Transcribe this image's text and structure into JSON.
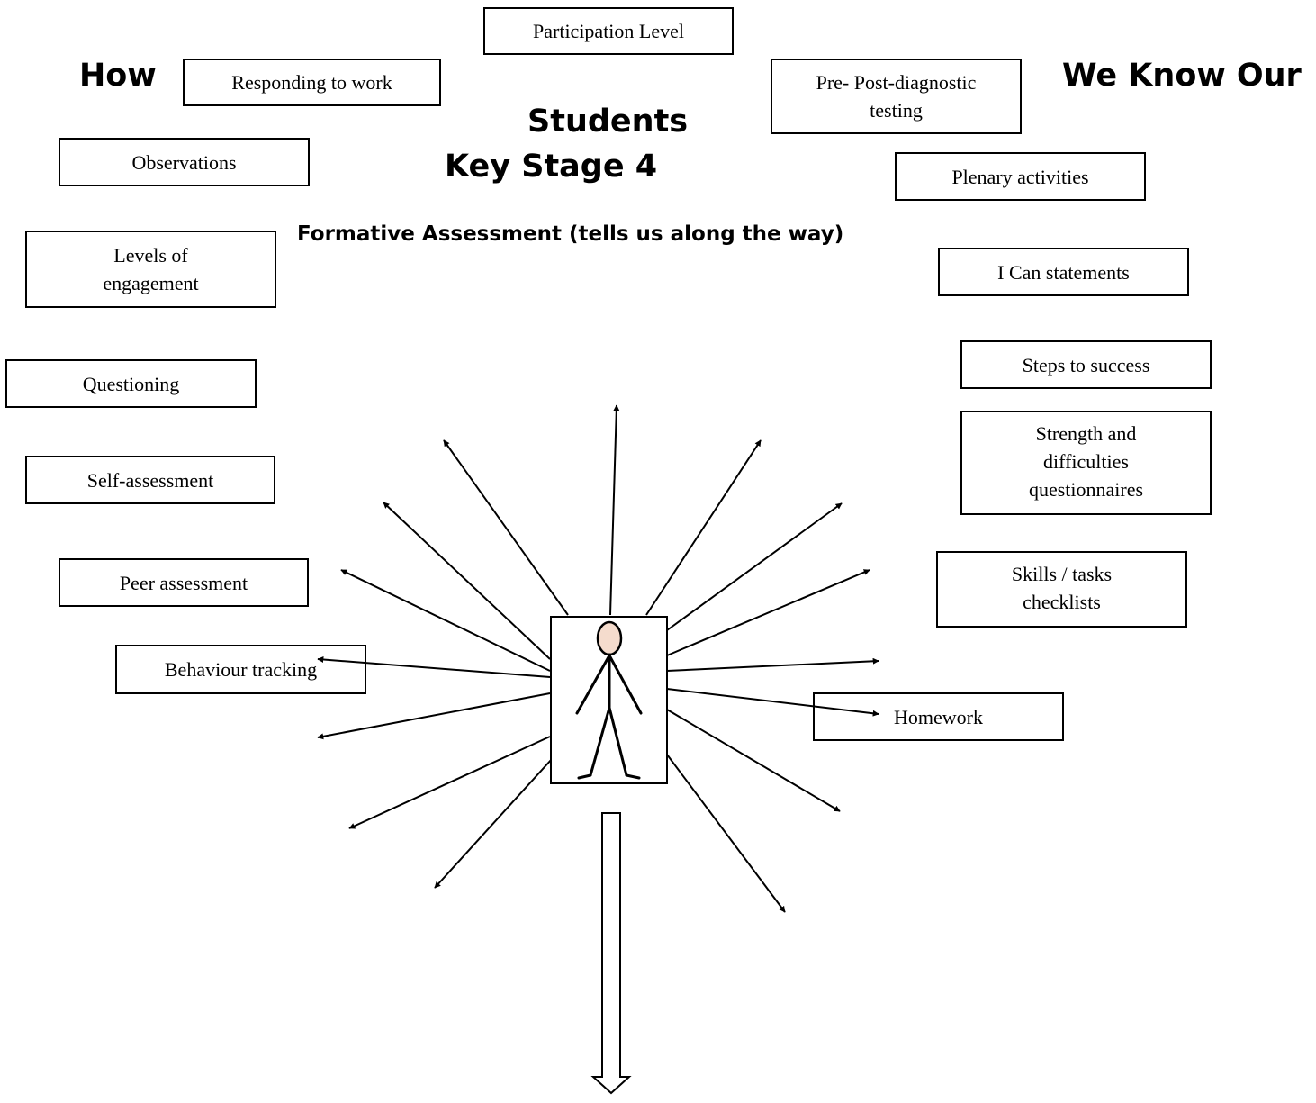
{
  "title": {
    "how": "How",
    "we_know_our": "We Know Our",
    "students": "Students",
    "key_stage": "Key Stage 4",
    "subtitle": "Formative Assessment (tells us along the way)"
  },
  "boxes": {
    "participation_level": "Participation Level",
    "responding_to_work": "Responding to work",
    "pre_post_diagnostic": "Pre- Post-diagnostic\ntesting",
    "observations": "Observations",
    "plenary_activities": "Plenary activities",
    "levels_of_engagement": "Levels of\nengagement",
    "i_can_statements": "I Can statements",
    "questioning": "Questioning",
    "steps_to_success": "Steps to success",
    "strength_and_difficulties": "Strength and\ndifficulties\nquestionnaires",
    "self_assessment": "Self-assessment",
    "skills_tasks_checklists": "Skills / tasks\nchecklists",
    "peer_assessment": "Peer assessment",
    "behaviour_tracking": "Behaviour tracking",
    "homework": "Homework"
  },
  "icons": {
    "student": "stick-figure-icon",
    "arrow": "arrow-icon",
    "down_arrow": "hollow-down-arrow-icon"
  },
  "colors": {
    "line": "#000000",
    "head_fill": "#f5dccd"
  }
}
